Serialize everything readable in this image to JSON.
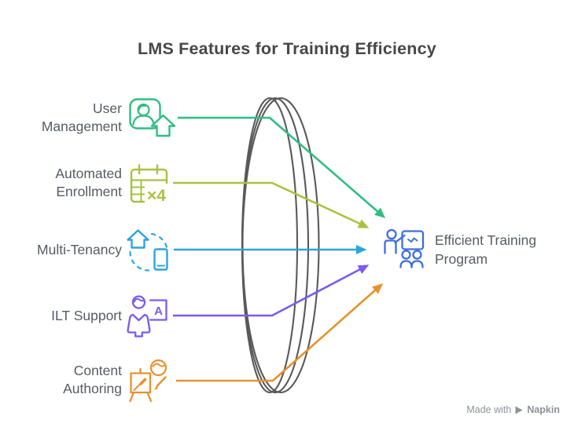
{
  "title": "LMS Features for Training Efficiency",
  "features": [
    {
      "label": "User Management",
      "label_lines": [
        "User",
        "Management"
      ],
      "color": "#2FBE81"
    },
    {
      "label": "Automated Enrollment",
      "label_lines": [
        "Automated",
        "Enrollment"
      ],
      "color": "#A9C23D"
    },
    {
      "label": "Multi-Tenancy",
      "label_lines": [
        "Multi-Tenancy"
      ],
      "color": "#2BA5DE"
    },
    {
      "label": "ILT Support",
      "label_lines": [
        "ILT Support"
      ],
      "color": "#7A5AF0"
    },
    {
      "label": "Content Authoring",
      "label_lines": [
        "Content",
        "Authoring"
      ],
      "color": "#E8912D"
    }
  ],
  "outcome": {
    "label": "Efficient Training Program",
    "label_lines": [
      "Efficient Training",
      "Program"
    ],
    "color": "#3E6DE0"
  },
  "lens": {
    "stroke": "#595959"
  },
  "icon_texts": {
    "calendar_count": "×4",
    "board_letter": "A"
  },
  "watermark": {
    "prefix": "Made with",
    "brand": "Napkin"
  }
}
